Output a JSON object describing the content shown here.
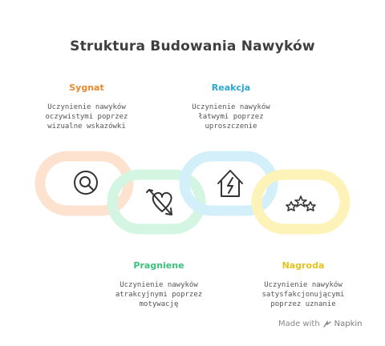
{
  "title": "Struktura Budowania Nawyków",
  "colors": {
    "sygnat": "#e8892e",
    "reakcja": "#2aa7d4",
    "pragniene": "#3cbf7a",
    "nagroda": "#e6c21e",
    "ring_sygnat": "#fde3cf",
    "ring_pragniene": "#d3f5e2",
    "ring_reakcja": "#d3f0fa",
    "ring_nagroda": "#fdf3b8"
  },
  "steps": [
    {
      "key": "sygnat",
      "label": "Sygnat",
      "desc": [
        "Uczynienie nawyków",
        "oczywistymi poprzez",
        "wizualne wskazówki"
      ],
      "icon": "magnifier-icon"
    },
    {
      "key": "pragniene",
      "label": "Pragniene",
      "desc": [
        "Uczynienie nawyków",
        "atrakcyjnymi poprzez",
        "motywację"
      ],
      "icon": "heart-arrow-icon"
    },
    {
      "key": "reakcja",
      "label": "Reakcja",
      "desc": [
        "Uczynienie nawyków",
        "łatwymi poprzez",
        "uproszczenie"
      ],
      "icon": "house-bolt-icon"
    },
    {
      "key": "nagroda",
      "label": "Nagroda",
      "desc": [
        "Uczynienie nawyków",
        "satysfakcjonującymi",
        "poprzez uznanie"
      ],
      "icon": "stars-icon"
    }
  ],
  "footer": {
    "made_with": "Made with",
    "brand": "Napkin"
  }
}
